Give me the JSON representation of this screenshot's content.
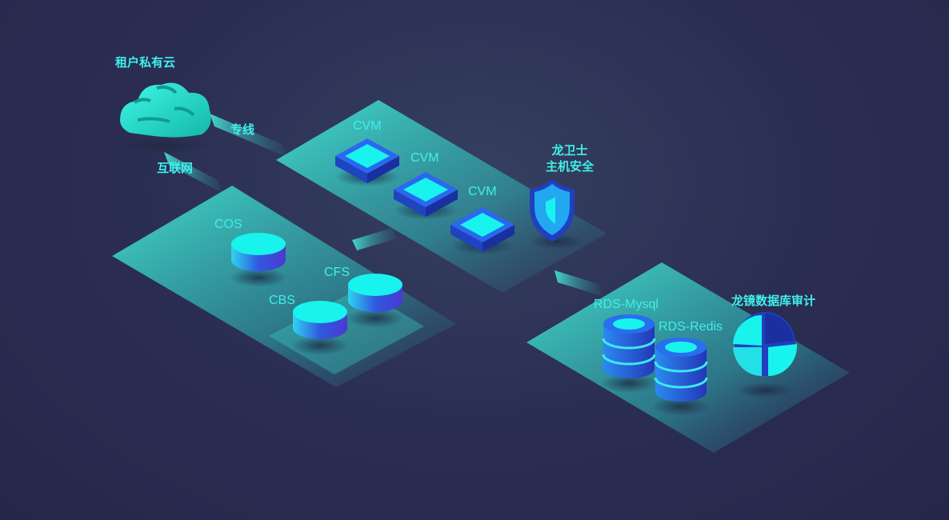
{
  "labels": {
    "tenant_cloud": "租户私有云",
    "dedicated_line": "专线",
    "internet": "互联网",
    "cvm_1": "CVM",
    "cvm_2": "CVM",
    "cvm_3": "CVM",
    "host_security_line1": "龙卫士",
    "host_security_line2": "主机安全",
    "cos": "COS",
    "cfs": "CFS",
    "cbs": "CBS",
    "rds_mysql": "RDS-Mysql",
    "rds_redis": "RDS-Redis",
    "db_audit": "龙镜数据库审计"
  },
  "colors": {
    "background": "#2a2c52",
    "platform": "#3fe0d0",
    "label": "#3ff0ea",
    "node_top": "#19f3ee",
    "node_side": "#2a46c8"
  }
}
